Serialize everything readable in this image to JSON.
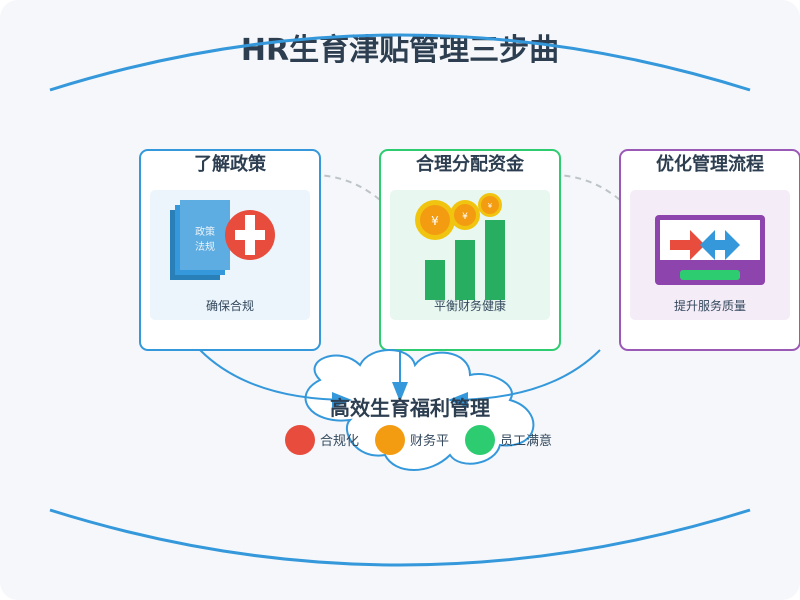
{
  "title": "HR生育津贴管理三步曲",
  "steps": [
    {
      "title": "了解政策",
      "caption": "确保合规",
      "doc_line1": "政策",
      "doc_line2": "法规",
      "color": "#3498db"
    },
    {
      "title": "合理分配资金",
      "caption": "平衡财务健康",
      "coin": "¥",
      "color": "#2ecc71"
    },
    {
      "title": "优化管理流程",
      "caption": "提升服务质量",
      "color": "#9b59b6"
    }
  ],
  "result": {
    "title": "高效生育福利管理",
    "legend": [
      {
        "label": "合规化",
        "color": "#e74c3c"
      },
      {
        "label": "财务平",
        "color": "#f39c12"
      },
      {
        "label": "员工满意",
        "color": "#2ecc71"
      }
    ]
  }
}
